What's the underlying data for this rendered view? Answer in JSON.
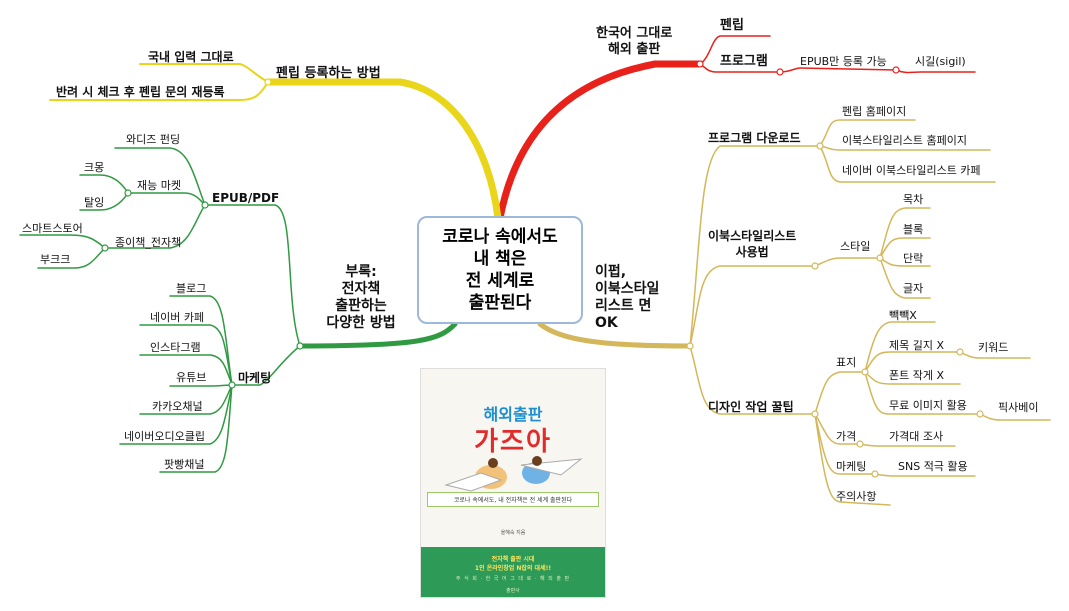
{
  "center": {
    "lines": [
      "코로나 속에서도",
      "내 책은",
      "전 세계로",
      "출판된다"
    ]
  },
  "colors": {
    "red": "#e8211b",
    "yellow": "#e9d51a",
    "green": "#2f9a41",
    "olive": "#d3b75a",
    "center_border": "#9eb8da"
  },
  "red_branch": {
    "title_lines": [
      "한국어 그대로",
      "해외 출판"
    ],
    "pentip": "펜립",
    "program": "프로그램",
    "epub_only": "EPUB만 등록 가능",
    "sigil": "시길(sigil)"
  },
  "yellow_branch": {
    "title": "펜립 등록하는 방법",
    "domestic": "국내 입력 그대로",
    "reject": "반려 시 체크 후 펜립 문의 재등록"
  },
  "green_branch": {
    "title_lines": [
      "부록:",
      "전자책",
      "출판하는",
      "다양한 방법"
    ],
    "epub": {
      "title": "EPUB/PDF",
      "wadiz": "와디즈 펀딩",
      "talent_market": "재능 마켓",
      "kmong": "크몽",
      "taling": "탈잉",
      "paper_ebook": "종이책_전자책",
      "smartstore": "스마트스토어",
      "bookk": "부크크"
    },
    "marketing": {
      "title": "마케팅",
      "items": [
        "블로그",
        "네이버 카페",
        "인스타그램",
        "유튜브",
        "카카오채널",
        "네이버오디오클립",
        "팟빵채널"
      ]
    }
  },
  "olive_branch": {
    "title_lines": [
      "이펍,",
      "이북스타일",
      "리스트 면",
      "OK"
    ],
    "download": {
      "title": "프로그램 다운로드",
      "items": [
        "펜립 홈페이지",
        "이북스타일리스트 홈페이지",
        "네이버 이북스타일리스트 카페"
      ]
    },
    "usage": {
      "title_lines": [
        "이북스타일리스트",
        "사용법"
      ],
      "style": "스타일",
      "style_items": [
        "목차",
        "블록",
        "단락",
        "글자"
      ]
    },
    "design": {
      "title": "디자인 작업 꿀팁",
      "cover": "표지",
      "cover_items": {
        "no_busy": "빽빽X",
        "long_title": "제목 길지 X",
        "keyword": "키워드",
        "small_font": "폰트 작게 X",
        "free_image": "무료 이미지 활용",
        "pixabay": "픽사베이"
      },
      "price": "가격",
      "price_research": "가격대 조사",
      "marketing": "마케팅",
      "sns": "SNS 적극 활용",
      "caution": "주의사항"
    }
  },
  "book_cover": {
    "title_top": "해외출판",
    "title_main": "가즈아",
    "subtitle": "코로나 속에서도, 내 전자책은 전 세계 출판된다",
    "author": "을혜숙 지음",
    "band_line1": "전자책 출판 시대",
    "band_line2": "1인 온라인창업 N잡의 대세!!",
    "band_line3": "주 식 회 · 한 국 어 그 대 로 · 해 외 출 판",
    "publisher": "출판사"
  }
}
